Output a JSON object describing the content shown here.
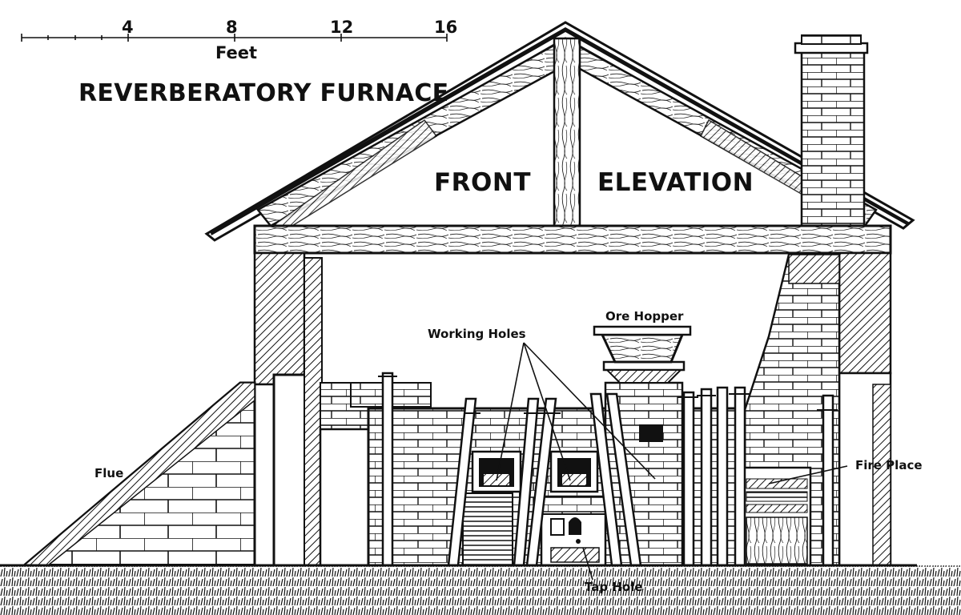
{
  "title": "REVERBERATORY FURNACE",
  "elevation": {
    "left_word": "FRONT",
    "right_word": "ELEVATION"
  },
  "scale": {
    "ticks": [
      "4",
      "8",
      "12",
      "16"
    ],
    "unit": "Feet"
  },
  "labels": {
    "ore_hopper": "Ore Hopper",
    "working_holes": "Working Holes",
    "fire_place": "Fire Place",
    "flue": "Flue",
    "tap_hole": "Tap Hole"
  },
  "colors": {
    "ink": "#111111",
    "background": "#ffffff"
  }
}
